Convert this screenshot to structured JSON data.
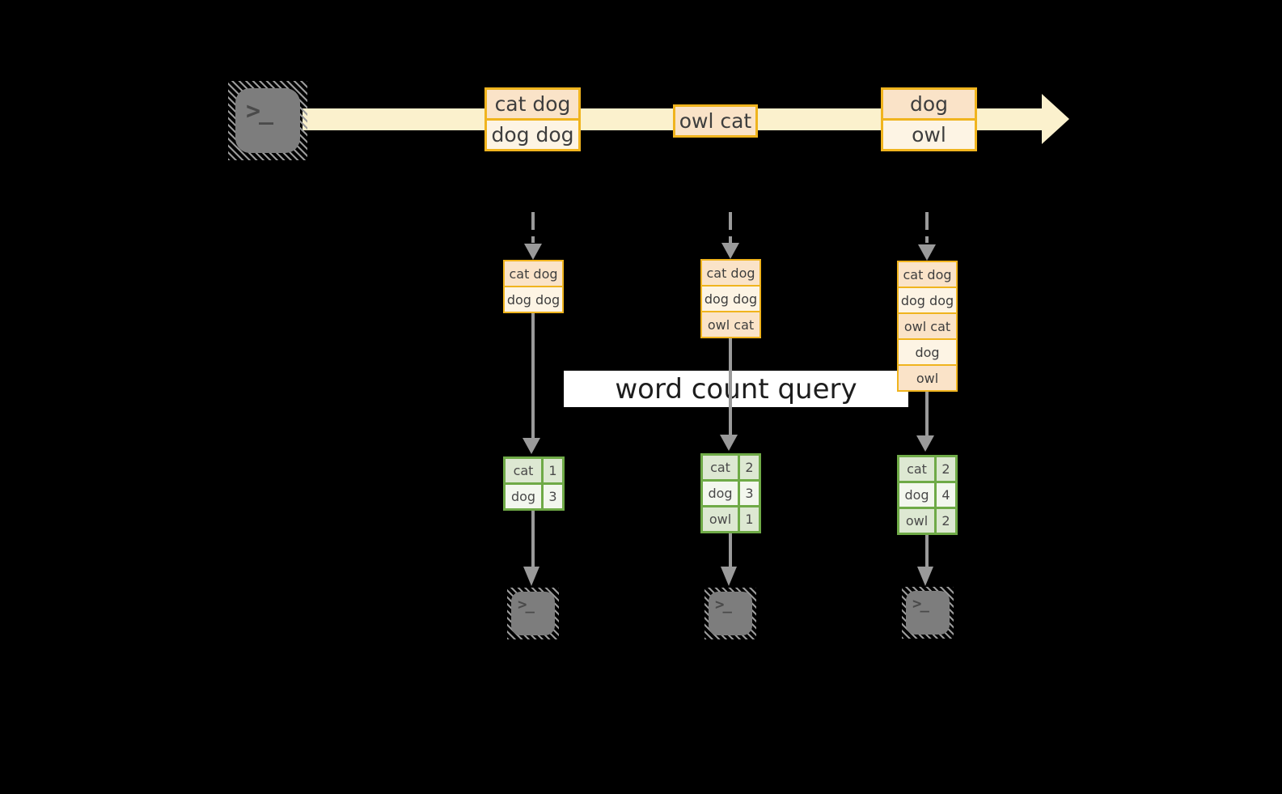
{
  "query_label": "word count query",
  "terminal_prompt": ">_",
  "colors": {
    "background": "#000000",
    "stream_band": "#fbf1cd",
    "record_border": "#f0b41e",
    "record_fill_dark": "#fae3c8",
    "record_fill_light": "#fdf4e4",
    "table_border": "#6faa47",
    "table_fill_dark": "#dde8d2",
    "table_fill_light": "#f3f7ee",
    "arrow_gray": "#9a9a9a",
    "query_band_bg": "#ffffff"
  },
  "stream": {
    "batches": [
      {
        "records": [
          "cat dog",
          "dog dog"
        ]
      },
      {
        "records": [
          "owl cat"
        ]
      },
      {
        "records": [
          "dog",
          "owl"
        ]
      }
    ]
  },
  "columns": [
    {
      "state": [
        "cat dog",
        "dog dog"
      ],
      "counts": [
        [
          "cat",
          "1"
        ],
        [
          "dog",
          "3"
        ]
      ]
    },
    {
      "state": [
        "cat dog",
        "dog dog",
        "owl cat"
      ],
      "counts": [
        [
          "cat",
          "2"
        ],
        [
          "dog",
          "3"
        ],
        [
          "owl",
          "1"
        ]
      ]
    },
    {
      "state": [
        "cat dog",
        "dog dog",
        "owl cat",
        "dog",
        "owl"
      ],
      "counts": [
        [
          "cat",
          "2"
        ],
        [
          "dog",
          "4"
        ],
        [
          "owl",
          "2"
        ]
      ]
    }
  ]
}
